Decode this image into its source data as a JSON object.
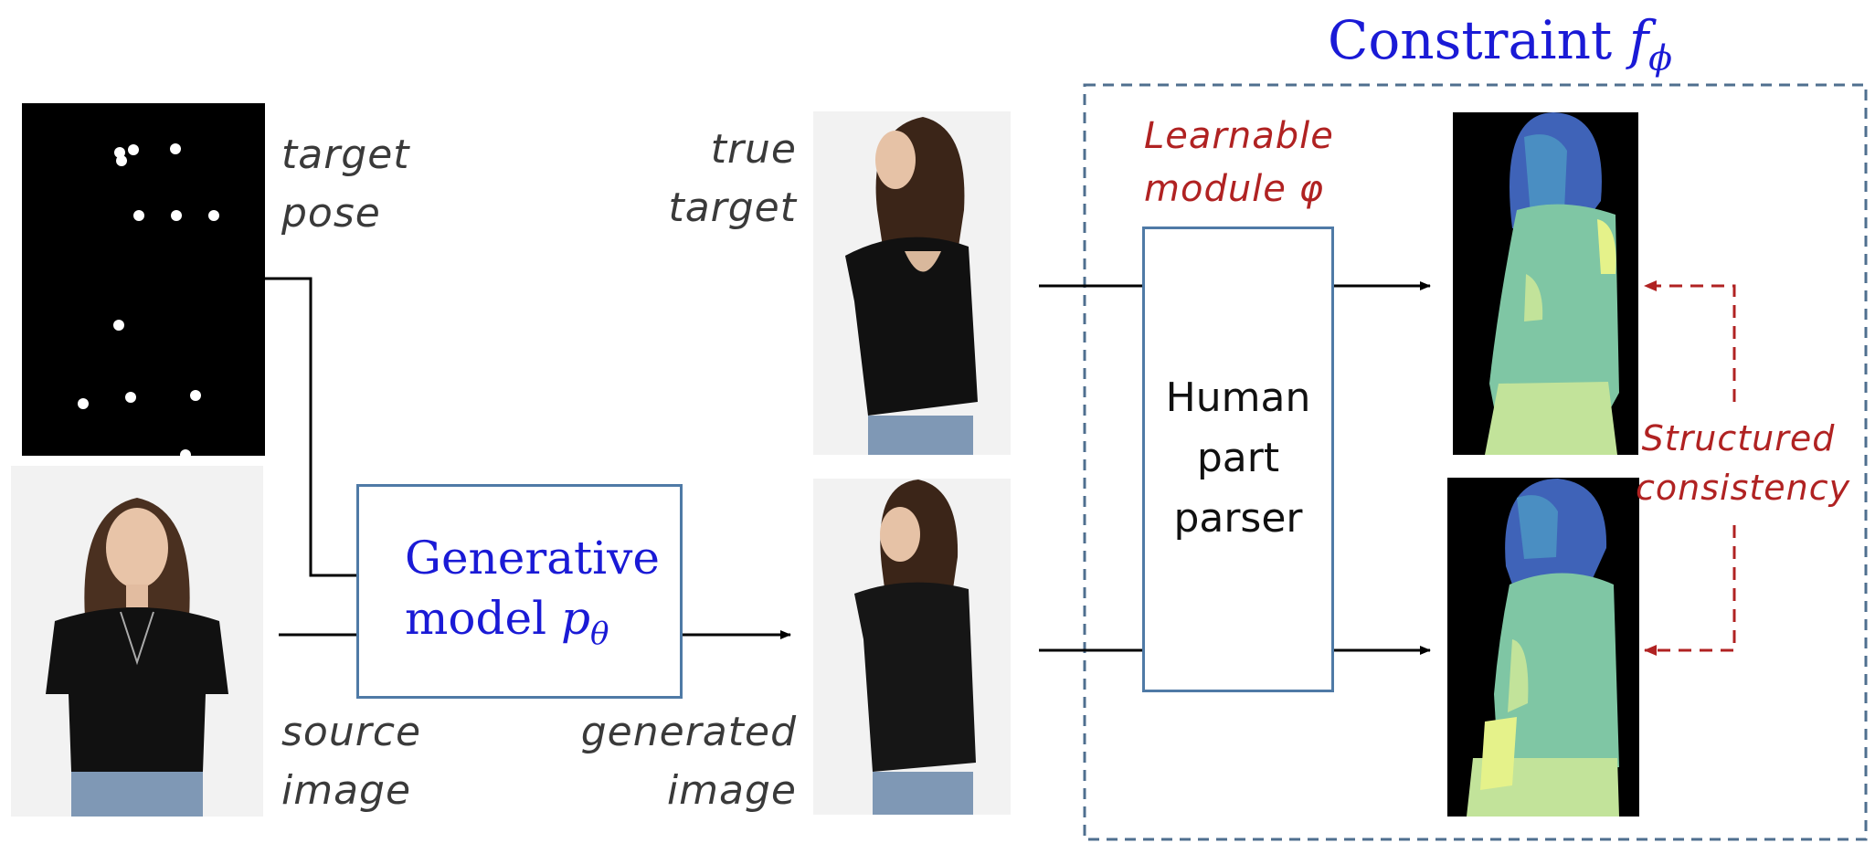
{
  "labels": {
    "target_pose": [
      "target",
      "pose"
    ],
    "source_image": [
      "source",
      "image"
    ],
    "true_target": [
      "true",
      "target"
    ],
    "generated_image": [
      "generated",
      "image"
    ],
    "learnable_module": [
      "Learnable",
      "module φ"
    ],
    "structured_consistency": [
      "Structured",
      "consistency"
    ]
  },
  "generative_model": {
    "line1": "Generative",
    "line2_prefix": "model ",
    "symbol": "p",
    "subscript": "θ"
  },
  "human_part_parser": [
    "Human",
    "part",
    "parser"
  ],
  "constraint": {
    "prefix": "Constraint ",
    "symbol": "f",
    "subscript": "ϕ"
  },
  "colors": {
    "accent_blue": "#1a1ad6",
    "box_border": "#4f7aa6",
    "dashed_border": "#4f6f8f",
    "annotation_red": "#b02222",
    "arrow": "#000000",
    "parse_hair": "#3f63b8",
    "parse_face": "#4a8ec2",
    "parse_body": "#7fc6a4",
    "parse_arm": "#c2e39a",
    "parse_highlight": "#e5f28a"
  }
}
